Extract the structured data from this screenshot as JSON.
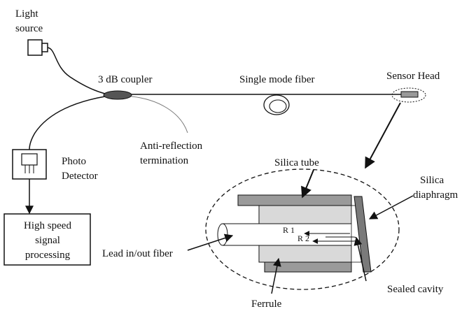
{
  "labels": {
    "light_source_line1": "Light",
    "light_source_line2": "source",
    "coupler": "3 dB coupler",
    "single_mode_fiber": "Single mode fiber",
    "sensor_head": "Sensor Head",
    "anti_reflection_line1": "Anti-reflection",
    "anti_reflection_line2": "termination",
    "photo_detector_line1": "Photo",
    "photo_detector_line2": "Detector",
    "processing_line1": "High speed",
    "processing_line2": "signal",
    "processing_line3": "processing",
    "silica_tube": "Silica tube",
    "silica_diaphragm_line1": "Silica",
    "silica_diaphragm_line2": "diaphragm",
    "lead_fiber": "Lead in/out fiber",
    "r1": "R 1",
    "r2": "R 2",
    "sealed_cavity": "Sealed cavity",
    "ferrule": "Ferrule"
  },
  "colors": {
    "line": "#111111",
    "tube_fill": "#9a9a9a",
    "ferrule_fill": "#d9d9d9",
    "coupler_fill": "#555555",
    "diaphragm_fill": "#7a7a7a"
  }
}
